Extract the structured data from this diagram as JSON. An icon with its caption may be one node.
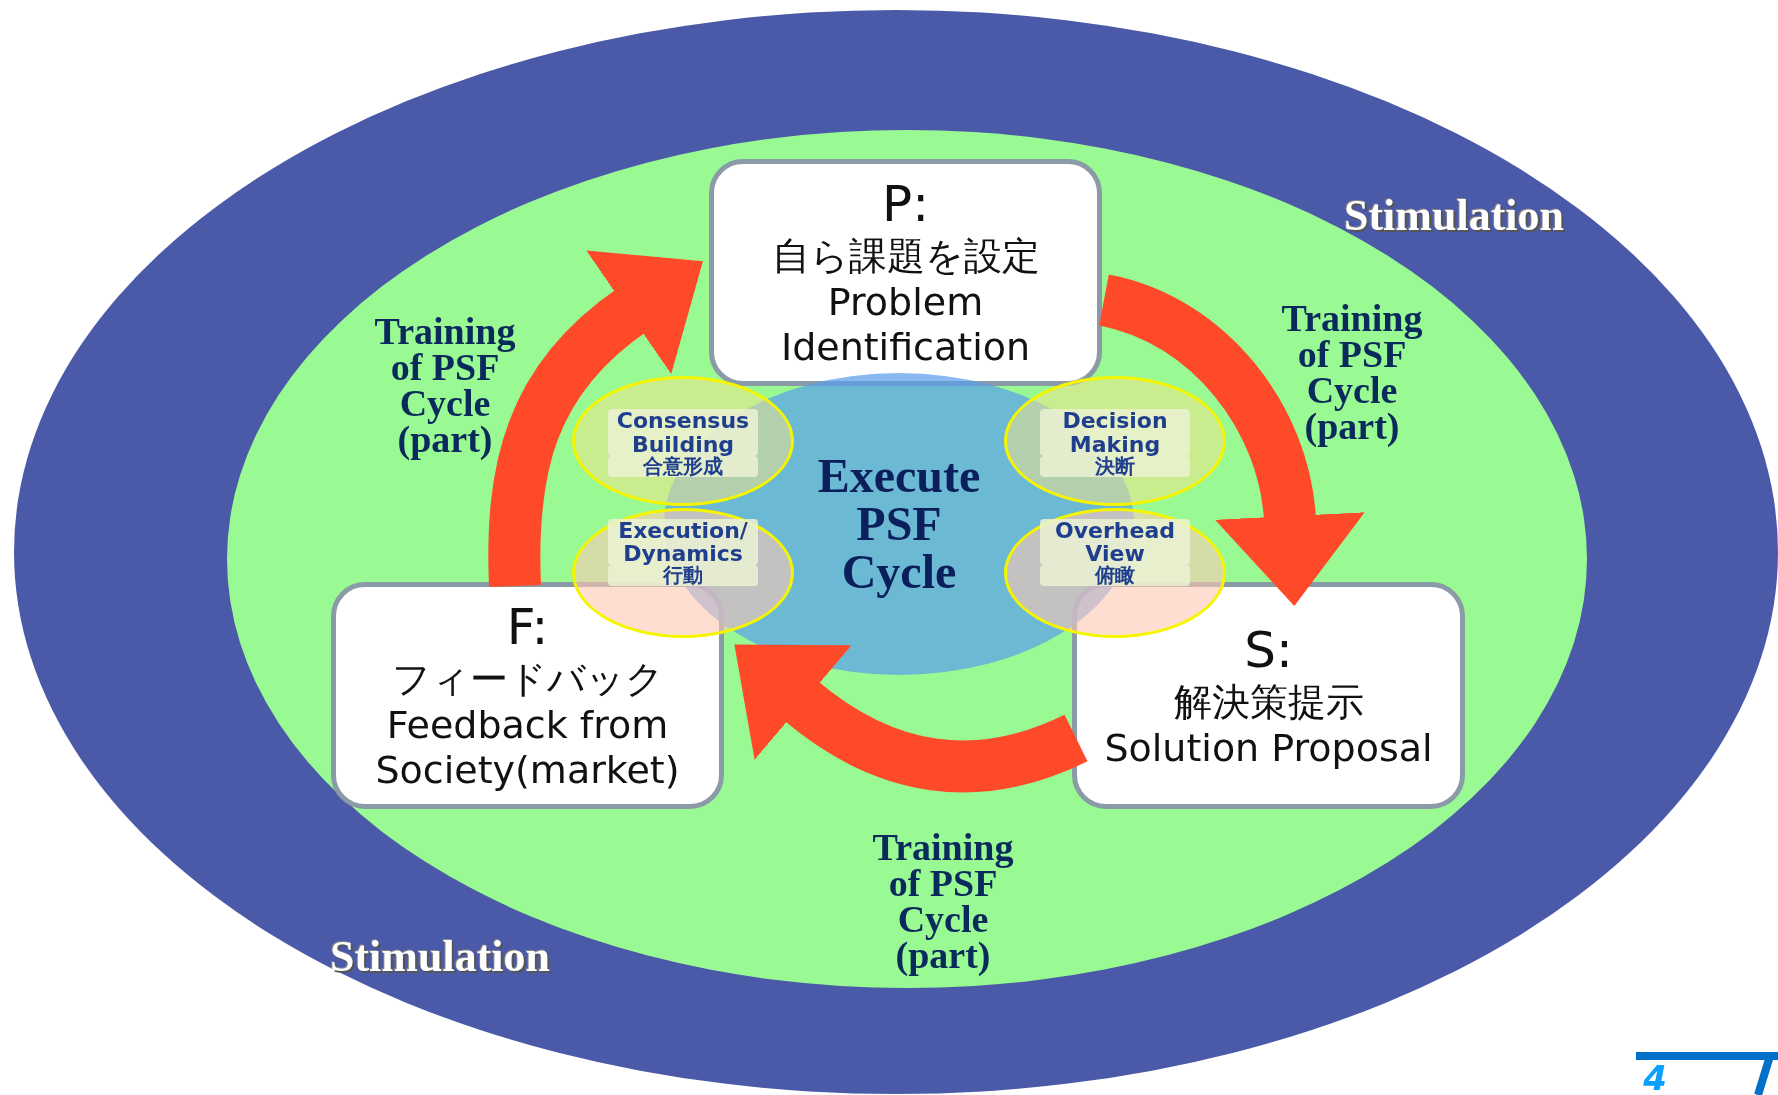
{
  "diagram": {
    "nodes": [
      {
        "text": [
          "P:",
          "自ら課題を設定",
          "Problem Identification"
        ]
      },
      {
        "text": [
          "S:",
          "解決策提示",
          "Solution Proposal"
        ]
      },
      {
        "text": [
          "F:",
          "フィードバック",
          "Feedback from Society(market)"
        ]
      },
      {
        "text": [
          "Consensus Building",
          "合意形成"
        ]
      },
      {
        "text": [
          "Decision Making",
          "決断"
        ]
      },
      {
        "text": [
          "Execution/ Dynamics",
          "行動"
        ]
      },
      {
        "text": [
          "Overhead View",
          "俯瞰"
        ]
      },
      {
        "text": [
          "Execute PSF Cycle"
        ]
      }
    ],
    "edges": [
      {
        "from": 2,
        "to": 0,
        "arrow": "to",
        "label": "Training of PSF Cycle (part)"
      },
      {
        "from": 0,
        "to": 1,
        "arrow": "to",
        "label": "Training of PSF Cycle (part)"
      },
      {
        "from": 1,
        "to": 2,
        "arrow": "to",
        "label": "Training of PSF Cycle (part)"
      }
    ],
    "labels": [
      "Stimulation",
      "Stimulation",
      "4"
    ]
  }
}
